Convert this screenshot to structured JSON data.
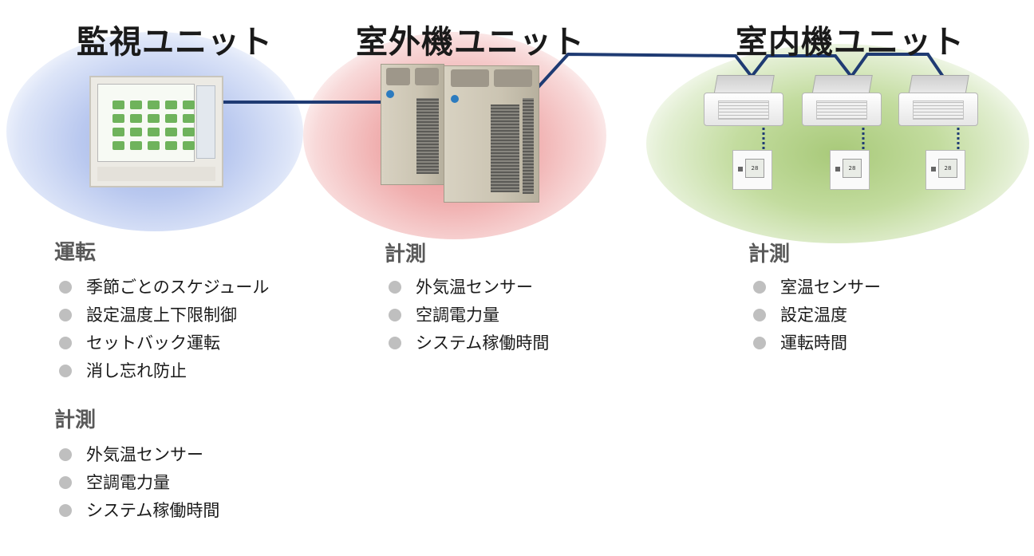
{
  "units": {
    "monitor": {
      "title": "監視ユニット"
    },
    "outdoor": {
      "title": "室外機ユニット"
    },
    "indoor": {
      "title": "室内機ユニット"
    }
  },
  "colors": {
    "connection_line": "#1f3b73",
    "bullet": "#bfbfbf",
    "heading": "#595959"
  },
  "remote_display": "28",
  "features": {
    "monitor": [
      {
        "heading": "運転",
        "items": [
          "季節ごとのスケジュール",
          "設定温度上下限制御",
          "セットバック運転",
          "消し忘れ防止"
        ]
      },
      {
        "heading": "計測",
        "items": [
          "外気温センサー",
          "空調電力量",
          "システム稼働時間"
        ]
      }
    ],
    "outdoor": [
      {
        "heading": "計測",
        "items": [
          "外気温センサー",
          "空調電力量",
          "システム稼働時間"
        ]
      }
    ],
    "indoor": [
      {
        "heading": "計測",
        "items": [
          "室温センサー",
          "設定温度",
          "運転時間"
        ]
      }
    ]
  }
}
